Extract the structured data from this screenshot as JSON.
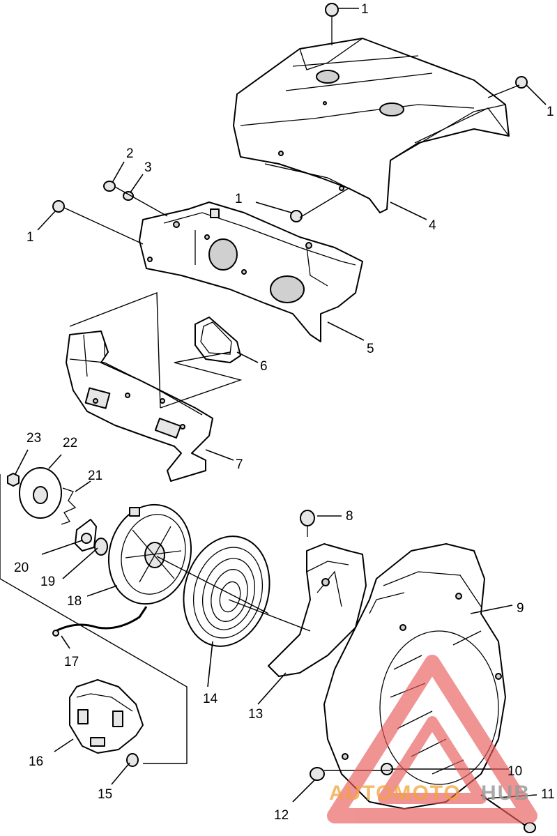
{
  "callouts": {
    "c1a": "1",
    "c1b": "1",
    "c1c": "1",
    "c1d": "1",
    "c2": "2",
    "c3": "3",
    "c4": "4",
    "c5": "5",
    "c6": "6",
    "c7": "7",
    "c8": "8",
    "c9": "9",
    "c10": "10",
    "c11": "11",
    "c12": "12",
    "c13": "13",
    "c14": "14",
    "c15": "15",
    "c16": "16",
    "c17": "17",
    "c18": "18",
    "c19": "19",
    "c20": "20",
    "c21": "21",
    "c22": "22",
    "c23": "23"
  },
  "watermark": {
    "text_orange": "AUTOMOTO",
    "text_grey": "HUB",
    "color_triangle": "#e85a5a",
    "color_orange": "#f2a33a",
    "color_grey": "#9a9a9a"
  }
}
